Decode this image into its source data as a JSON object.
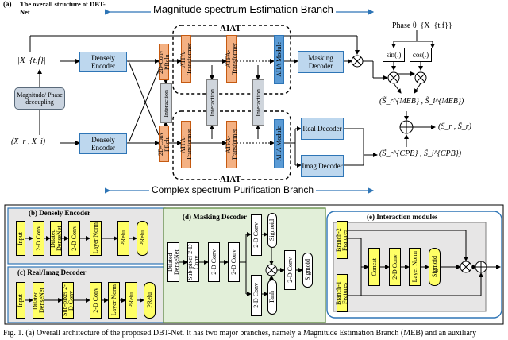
{
  "top": {
    "panel_label": "(a)",
    "panel_title": "The overall structure of DBT-Net",
    "magnitude_branch": "Magnitude spectrum  Estimation Branch",
    "complex_branch": "Complex spectrum Purification Branch",
    "aiat_top": "AIAT",
    "aiat_bottom": "AIAT",
    "input_mag": "|X_{t,f}|",
    "input_complex": "(X_r , X_i)",
    "decoupling": "Magnitude/ Phase decoupling",
    "densely_encoder_1": "Densely Encoder",
    "densely_encoder_2": "Densely Encoder",
    "conv_prelu": "2D-Conv PRelu",
    "interaction": "Interaction",
    "atfa_transformer": "ATFA-Transformer",
    "aha_module": "AHA Module",
    "masking_decoder": "Masking Decoder",
    "real_decoder": "Real Decoder",
    "imag_decoder": "Imag Decoder",
    "phase_label": "Phase θ_{X_{t,f}}",
    "sin": "sin(.)",
    "cos": "cos(.)",
    "meb_out": "(S̃_r^{MEB} , S̃_i^{MEB})",
    "cpb_out": "(S̃_r^{CPB} , S̃_i^{CPB})",
    "final_out": "(S̃_r , S̃_r)"
  },
  "panel_b": {
    "title": "(b) Densely Encoder",
    "blocks": [
      "Input",
      "2-D Conv",
      "Dilated DenseNet",
      "2-D Conv",
      "Layer Norm",
      "PRelu"
    ]
  },
  "panel_c": {
    "title": "(c) Real/Imag Decoder",
    "blocks": [
      "Input",
      "Dilated DenseNet",
      "Sub-pixel 2-D Conv",
      "2-D Conv",
      "Layer Norm",
      "PRelu"
    ]
  },
  "panel_d": {
    "title": "(d) Masking Decoder",
    "blocks": [
      "Dilated DenseNet",
      "Sub-pixel 2-D Conv",
      "2-D Conv",
      "2-D Conv",
      "Sigmoid",
      "2-D Conv",
      "Tanh",
      "2-D Conv",
      "Sigmoid"
    ]
  },
  "panel_e": {
    "title": "(e) Interaction modules",
    "blocks": [
      "Branch-2 Features",
      "Concat",
      "2-D Conv",
      "Layer Norm",
      "Sigmoid",
      "Branch-1 Features"
    ]
  },
  "caption": "Fig. 1.  (a) Overall architecture of the proposed DBT-Net. It has two major branches, namely a Magnitude Estimation Branch (MEB) and an auxiliary"
}
